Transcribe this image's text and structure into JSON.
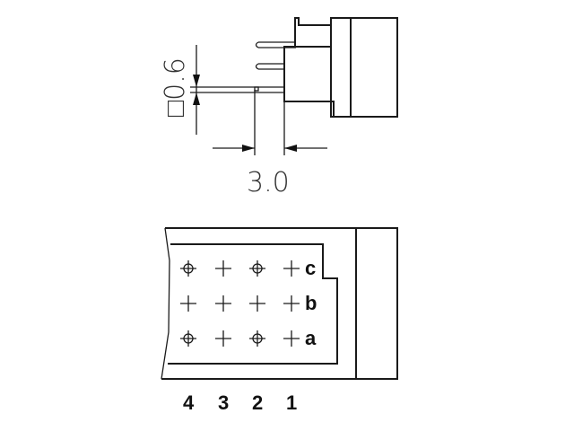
{
  "side_view": {
    "pin_size_label": "□0.6",
    "pitch_label": "3.0"
  },
  "front_view": {
    "row_labels": [
      "c",
      "b",
      "a"
    ],
    "column_labels": [
      "4",
      "3",
      "2",
      "1"
    ],
    "pin_grid": [
      [
        "circle",
        "plus",
        "circle",
        "plus"
      ],
      [
        "plus",
        "plus",
        "plus",
        "plus"
      ],
      [
        "circle",
        "plus",
        "circle",
        "plus"
      ]
    ]
  }
}
